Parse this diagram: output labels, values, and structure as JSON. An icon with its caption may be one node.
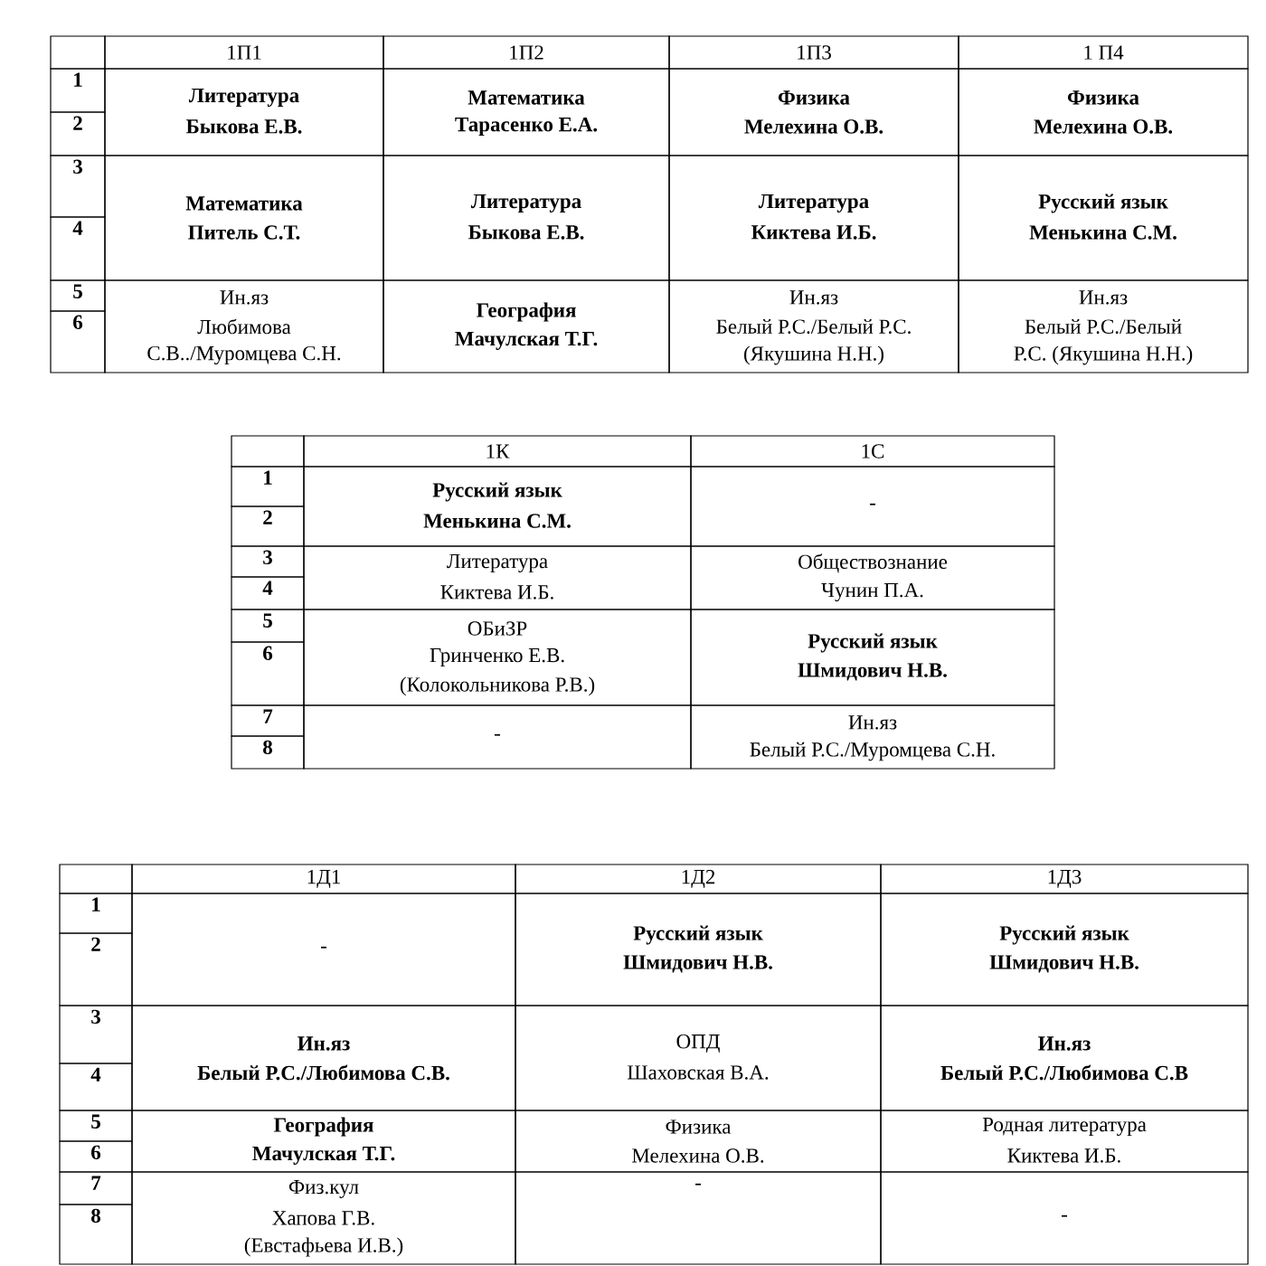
{
  "diagram": {
    "labels": [
      "1П1",
      "1П2",
      "1П3",
      "1 П4",
      "1",
      "2",
      "Литература",
      "Быкова Е.В.",
      "Математика",
      "Тарасенко Е.А.",
      "Физика",
      "Мелехина О.В.",
      "Физика",
      "Мелехина О.В.",
      "3",
      "4",
      "Математика",
      "Питель С.Т.",
      "Литература",
      "Быкова Е.В.",
      "Литература",
      "Киктева И.Б.",
      "Русский язык",
      "Менькина С.М.",
      "5",
      "6",
      "Ин.яз",
      "Любимова",
      "С.В../Муромцева С.Н.",
      "География",
      "Мачулская Т.Г.",
      "Ин.яз",
      "Белый Р.С./Белый Р.С.",
      "(Якушина Н.Н.)",
      "Ин.яз",
      "Белый Р.С./Белый",
      "Р.С. (Якушина Н.Н.)",
      "1К",
      "1С",
      "1",
      "2",
      "Русский язык",
      "Менькина С.М.",
      "-",
      "3",
      "4",
      "Литература",
      "Киктева И.Б.",
      "Обществознание",
      "Чунин П.А.",
      "5",
      "6",
      "ОБиЗР",
      "Гринченко Е.В.",
      "(Колокольникова Р.В.)",
      "Русский язык",
      "Шмидович Н.В.",
      "7",
      "8",
      "-",
      "Ин.яз",
      "Белый Р.С./Муромцева С.Н.",
      "1Д1",
      "1Д2",
      "1Д3",
      "1",
      "2",
      "-",
      "Русский язык",
      "Шмидович Н.В.",
      "Русский язык",
      "Шмидович Н.В.",
      "3",
      "4",
      "Ин.яз",
      "Белый Р.С./Любимова С.В.",
      "ОПД",
      "Шаховская В.А.",
      "Ин.яз",
      "Белый Р.С./Любимова С.В",
      "5",
      "6",
      "География",
      "Мачулская Т.Г.",
      "Физика",
      "Мелехина О.В.",
      "Родная литература",
      "Киктева И.Б.",
      "7",
      "8",
      "Физ.кул",
      "Хапова Г.В.",
      "(Евстафьева И.В.)",
      "-",
      "-"
    ]
  }
}
